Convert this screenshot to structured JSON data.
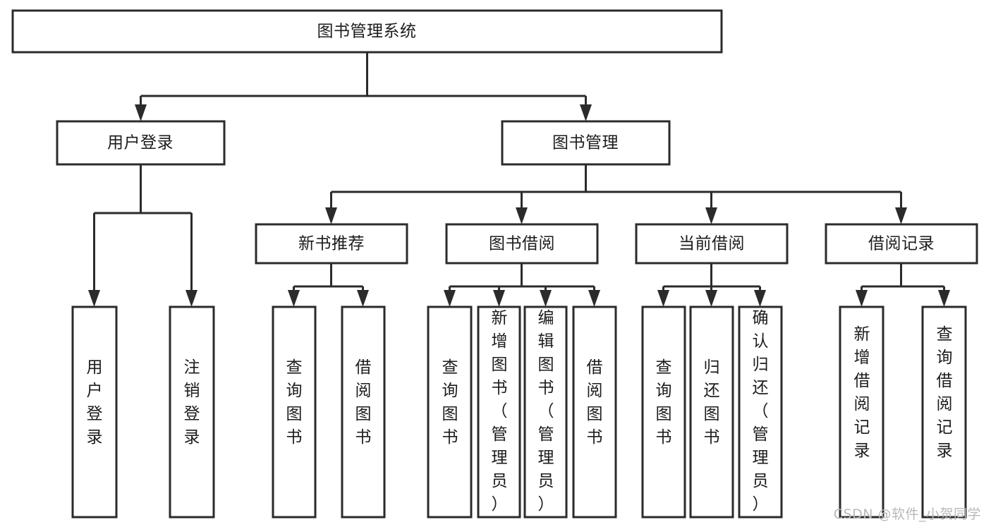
{
  "diagram": {
    "type": "tree-hierarchy",
    "title": "图书管理系统",
    "orientation": "top-down",
    "colors": {
      "stroke": "#2b2b2b",
      "fill": "#ffffff",
      "text": "#1c1c1c",
      "background": "#ffffff",
      "watermark": "#b9b9b9"
    },
    "root": {
      "label": "图书管理系统"
    },
    "level1": [
      {
        "id": "user-login",
        "label": "用户登录"
      },
      {
        "id": "book-management",
        "label": "图书管理"
      }
    ],
    "level2": [
      {
        "id": "new-book-recommend",
        "label": "新书推荐",
        "parent": "book-management"
      },
      {
        "id": "book-borrow",
        "label": "图书借阅",
        "parent": "book-management"
      },
      {
        "id": "current-borrow",
        "label": "当前借阅",
        "parent": "book-management"
      },
      {
        "id": "borrow-record",
        "label": "借阅记录",
        "parent": "book-management"
      }
    ],
    "leaves": {
      "user-login": [
        {
          "id": "leaf-user-login",
          "label": "用户登录"
        },
        {
          "id": "leaf-user-logout",
          "label": "注销登录"
        }
      ],
      "new-book-recommend": [
        {
          "id": "leaf-query-book-1",
          "label": "查询图书"
        },
        {
          "id": "leaf-borrow-book-1",
          "label": "借阅图书"
        }
      ],
      "book-borrow": [
        {
          "id": "leaf-query-book-2",
          "label": "查询图书"
        },
        {
          "id": "leaf-add-book",
          "label": "新增图书（管理员）"
        },
        {
          "id": "leaf-edit-book",
          "label": "编辑图书（管理员）"
        },
        {
          "id": "leaf-borrow-book-2",
          "label": "借阅图书"
        }
      ],
      "current-borrow": [
        {
          "id": "leaf-query-book-3",
          "label": "查询图书"
        },
        {
          "id": "leaf-return-book",
          "label": "归还图书"
        },
        {
          "id": "leaf-confirm-return",
          "label": "确认归还（管理员）"
        }
      ],
      "borrow-record": [
        {
          "id": "leaf-add-record",
          "label": "新增借阅记录"
        },
        {
          "id": "leaf-query-record",
          "label": "查询借阅记录"
        }
      ]
    }
  },
  "watermark": {
    "text": "CSDN @软件_小贺同学"
  }
}
